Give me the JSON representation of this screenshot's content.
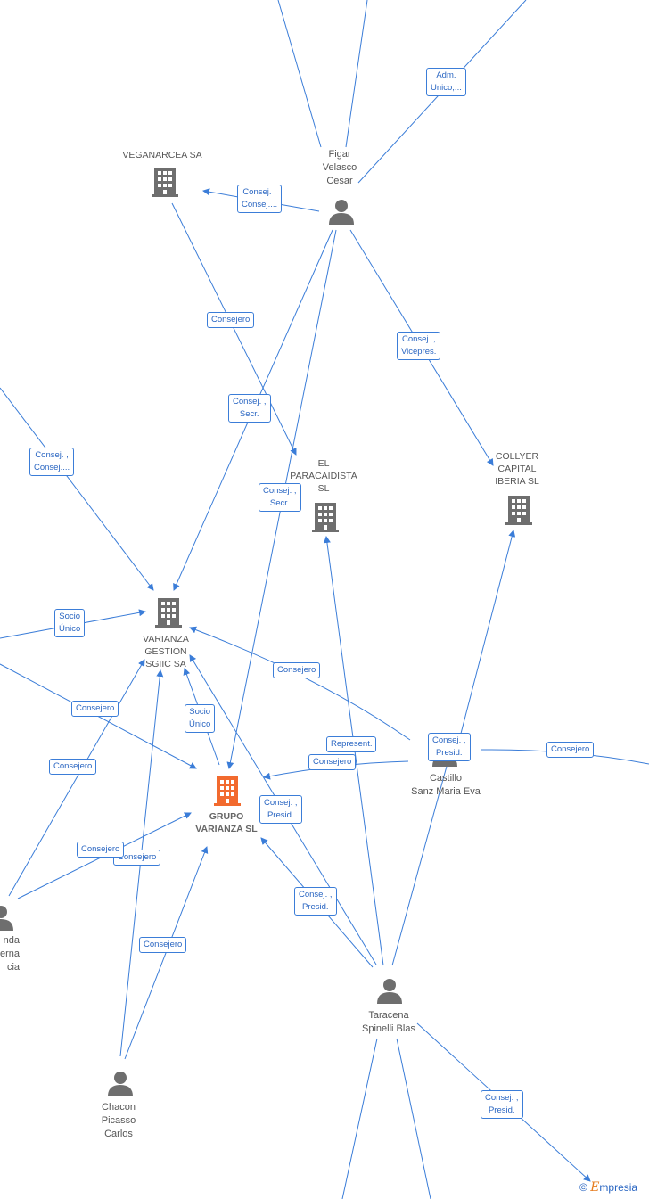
{
  "nodes": {
    "veganarcea": {
      "label": "VEGANARCEA SA",
      "type": "company"
    },
    "figar": {
      "label": "Figar\nVelasco\nCesar",
      "type": "person"
    },
    "el_paracaidista": {
      "label": "EL\nPARACAIDISTA\nSL",
      "type": "company"
    },
    "collyer": {
      "label": "COLLYER\nCAPITAL\nIBERIA SL",
      "type": "company"
    },
    "varianza_gestion": {
      "label": "VARIANZA\nGESTION\nSGIIC SA",
      "type": "company"
    },
    "grupo_varianza": {
      "label": "GRUPO\nVARIANZA SL",
      "type": "focus-company"
    },
    "castillo": {
      "label": "Castillo\nSanz Maria Eva",
      "type": "person"
    },
    "taracena": {
      "label": "Taracena\nSpinelli Blas",
      "type": "person"
    },
    "chacon": {
      "label": "Chacon\nPicasso\nCarlos",
      "type": "person"
    },
    "partial_left": {
      "label": "nda\nerna\ncia",
      "type": "person"
    }
  },
  "edge_labels": [
    {
      "id": "e1",
      "text": "Adm.\nUnico,..."
    },
    {
      "id": "e2",
      "text": "Consej. ,\nConsej...."
    },
    {
      "id": "e3",
      "text": "Consejero"
    },
    {
      "id": "e4",
      "text": "Consej. ,\nVicepres."
    },
    {
      "id": "e5",
      "text": "Consej. ,\nSecr."
    },
    {
      "id": "e6",
      "text": "Consej. ,\nConsej...."
    },
    {
      "id": "e7",
      "text": "Consej. ,\nSecr."
    },
    {
      "id": "e8",
      "text": "Socio\nÚnico"
    },
    {
      "id": "e9",
      "text": "Consejero"
    },
    {
      "id": "e10",
      "text": "Consejero"
    },
    {
      "id": "e11",
      "text": "Socio\nÚnico"
    },
    {
      "id": "e12",
      "text": "Represent."
    },
    {
      "id": "e13",
      "text": "Consejero"
    },
    {
      "id": "e14",
      "text": "Consej. ,\nPresid."
    },
    {
      "id": "e15",
      "text": "Consejero"
    },
    {
      "id": "e16",
      "text": "Consejero"
    },
    {
      "id": "e17",
      "text": "Consej. ,\nPresid."
    },
    {
      "id": "e18",
      "text": "Consejero"
    },
    {
      "id": "e19",
      "text": "Consejero"
    },
    {
      "id": "e20",
      "text": "Consej. ,\nPresid."
    },
    {
      "id": "e21",
      "text": "Consejero"
    },
    {
      "id": "e22",
      "text": "Consej. ,\nPresid."
    }
  ],
  "colors": {
    "edge": "#3b7dd8",
    "company_icon": "#6e6e6e",
    "focus_icon": "#f26a2e",
    "person_icon": "#6e6e6e"
  },
  "icons": {
    "company": "building-icon",
    "person": "person-icon"
  },
  "brand": {
    "symbol": "©",
    "initial": "E",
    "rest": "mpresia"
  }
}
